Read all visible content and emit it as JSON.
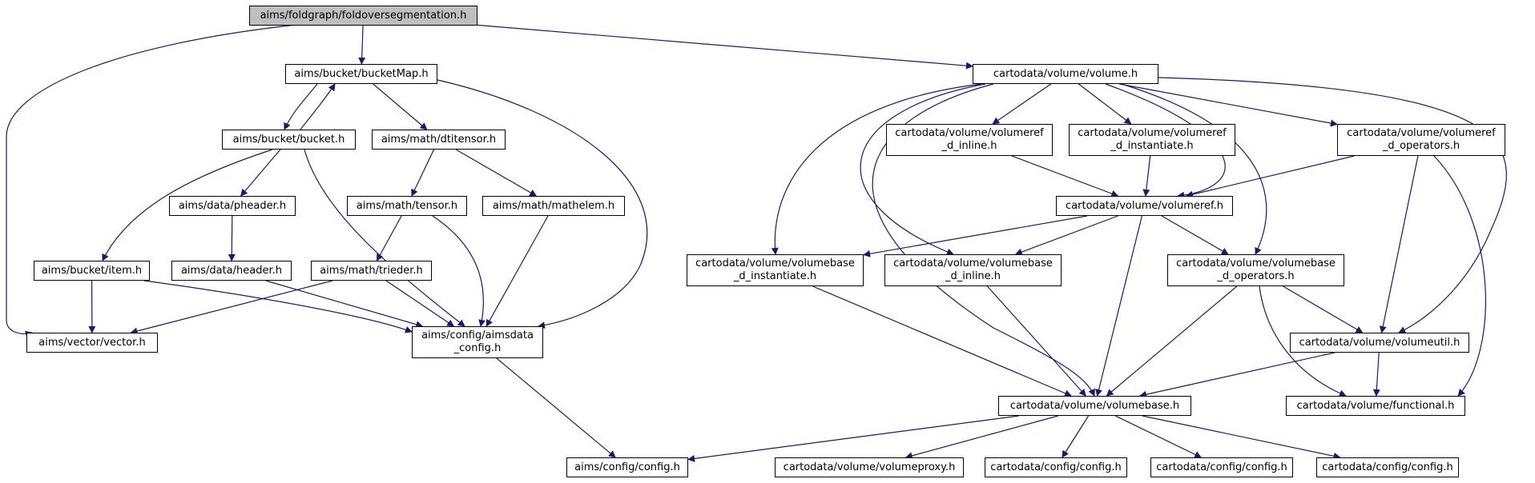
{
  "colors": {
    "edge": "#191970",
    "root_fill": "#bfbfbf",
    "node_fill": "#ffffff",
    "node_border": "#000000"
  },
  "nodes": {
    "root": "aims/foldgraph/foldoversegmentation.h",
    "bucketmap": "aims/bucket/bucketMap.h",
    "volume": "cartodata/volume/volume.h",
    "bucket": "aims/bucket/bucket.h",
    "dtitensor": "aims/math/dtitensor.h",
    "volumeref_inline": "cartodata/volume/volumeref\n_d_inline.h",
    "volumeref_instantiate": "cartodata/volume/volumeref\n_d_instantiate.h",
    "volumeref_operators": "cartodata/volume/volumeref\n_d_operators.h",
    "pheader": "aims/data/pheader.h",
    "tensor": "aims/math/tensor.h",
    "mathelem": "aims/math/mathelem.h",
    "volumeref": "cartodata/volume/volumeref.h",
    "item": "aims/bucket/item.h",
    "header": "aims/data/header.h",
    "trieder": "aims/math/trieder.h",
    "volumebase_instantiate": "cartodata/volume/volumebase\n_d_instantiate.h",
    "volumebase_inline": "cartodata/volume/volumebase\n_d_inline.h",
    "volumebase_operators": "cartodata/volume/volumebase\n_d_operators.h",
    "vector": "aims/vector/vector.h",
    "aimsdata_config": "aims/config/aimsdata\n_config.h",
    "volumeutil": "cartodata/volume/volumeutil.h",
    "volumebase": "cartodata/volume/volumebase.h",
    "functional": "cartodata/volume/functional.h",
    "aims_config": "aims/config/config.h",
    "volumeproxy": "cartodata/volume/volumeproxy.h",
    "cartodata_config_1": "cartodata/config/config.h",
    "cartodata_config_2": "cartodata/config/config.h",
    "cartodata_config_3": "cartodata/config/config.h"
  }
}
